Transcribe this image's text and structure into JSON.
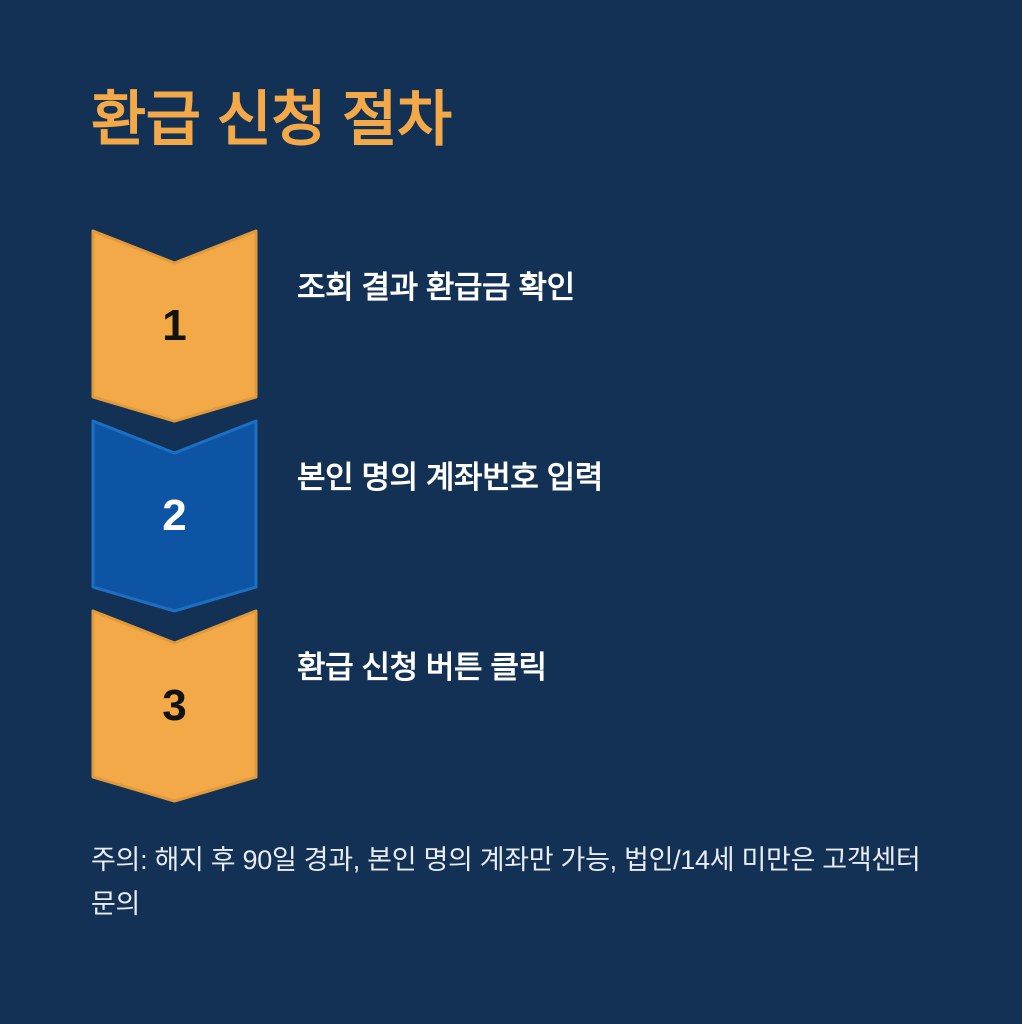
{
  "theme": {
    "background": "#123155",
    "accent_orange": "#F4A948",
    "accent_blue": "#0D55A4",
    "blue_border": "#1D6FC4",
    "orange_border": "#E09A3C",
    "text_white": "#FFFFFF",
    "text_muted": "#E9EDF2",
    "number_dark": "#121212"
  },
  "header": {
    "title": "환급 신청 절차"
  },
  "steps": [
    {
      "number": "1",
      "label": "조회 결과 환급금 확인",
      "fill": "#F4A948",
      "stroke": "#E09A3C",
      "number_color": "#121212"
    },
    {
      "number": "2",
      "label": "본인 명의 계좌번호 입력",
      "fill": "#0D55A4",
      "stroke": "#1D6FC4",
      "number_color": "#FFFFFF"
    },
    {
      "number": "3",
      "label": "환급 신청 버튼 클릭",
      "fill": "#F4A948",
      "stroke": "#E09A3C",
      "number_color": "#121212"
    }
  ],
  "footnote": {
    "text": "주의: 해지 후 90일 경과, 본인 명의 계좌만 가능, 법인/14세 미만은 고객센터 문의"
  }
}
